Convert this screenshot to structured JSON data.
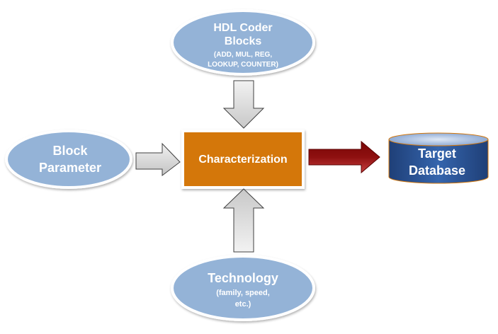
{
  "diagram": {
    "nodes": {
      "hdl_coder": {
        "title_line1": "HDL Coder",
        "title_line2": "Blocks",
        "sub_line1": "(ADD, MUL, REG,",
        "sub_line2": "LOOKUP, COUNTER)"
      },
      "block_parameter": {
        "line1": "Block",
        "line2": "Parameter"
      },
      "characterization": {
        "label": "Characterization"
      },
      "technology": {
        "title": "Technology",
        "sub_line1": "(family, speed,",
        "sub_line2": "etc.)"
      },
      "target_database": {
        "line1": "Target",
        "line2": "Database"
      }
    },
    "edges": [
      {
        "from": "HDL Coder Blocks",
        "to": "Characterization"
      },
      {
        "from": "Block Parameter",
        "to": "Characterization"
      },
      {
        "from": "Technology",
        "to": "Characterization"
      },
      {
        "from": "Characterization",
        "to": "Target Database"
      }
    ],
    "colors": {
      "ellipse_fill": "#94b3d7",
      "process_fill": "#d4770a",
      "output_arrow": "#8b0a0a",
      "database_fill": "#2f5597",
      "input_arrow": "#d9d9d9"
    }
  }
}
